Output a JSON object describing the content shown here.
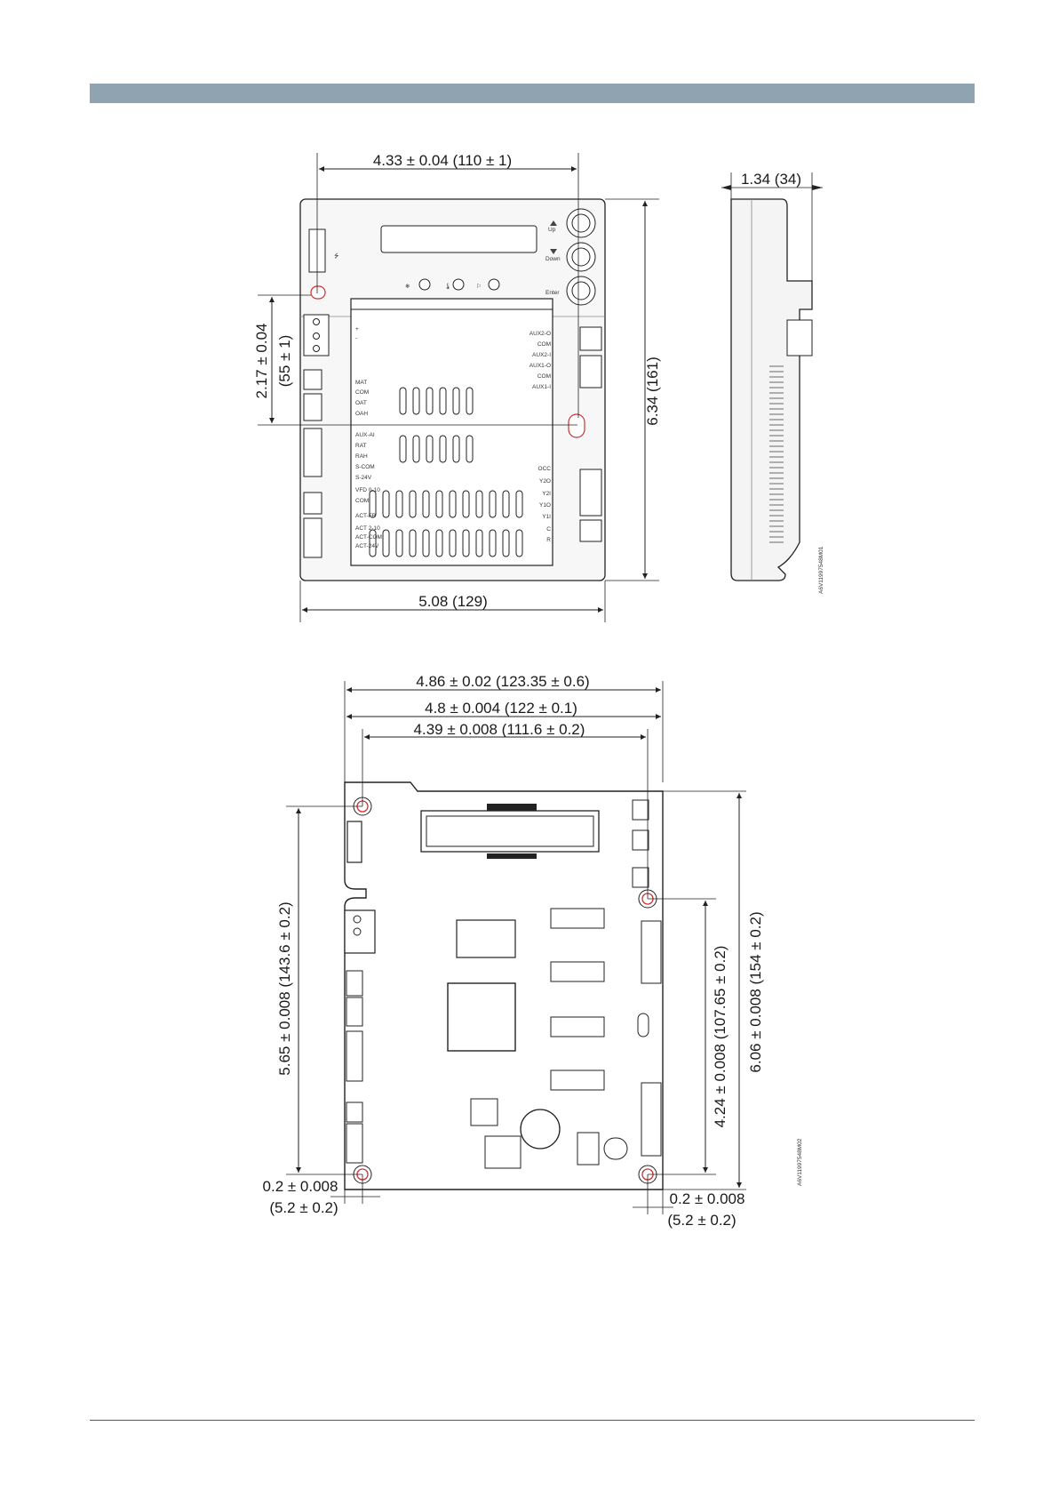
{
  "controller_front": {
    "width_dim": "4.33 ± 0.04 (110 ± 1)",
    "height_dim": "6.34 (161)",
    "bottom_dim": "5.08 (129)",
    "left_dim_line1": "2.17 ± 0.04",
    "left_dim_line2": "(55 ± 1)",
    "buttons": [
      "Up",
      "Down",
      "Enter"
    ],
    "terminal_labels_left": [
      "+",
      "-",
      "MAT",
      "COM",
      "OAT",
      "OAH",
      "AUX-AI",
      "RAT",
      "RAH",
      "S-COM",
      "S-24V",
      "VFD 0-10",
      "COM",
      "ACT-FB",
      "ACT 2-10",
      "ACT-COM",
      "ACT-24V"
    ],
    "terminal_labels_right": [
      "AUX2-O",
      "COM",
      "AUX2-I",
      "AUX1-O",
      "COM",
      "AUX1-I",
      "OCC",
      "Y2O",
      "Y2I",
      "Y1O",
      "Y1I",
      "C",
      "R"
    ]
  },
  "controller_side": {
    "depth_dim": "1.34 (34)",
    "drawing_code": "A6V11997548M01"
  },
  "pcb": {
    "width_outer": "4.86 ± 0.02 (123.35 ± 0.6)",
    "width_mid": "4.8 ± 0.004 (122 ± 0.1)",
    "width_holes": "4.39 ± 0.008 (111.6 ± 0.2)",
    "height_holes_left": "5.65 ± 0.008 (143.6 ± 0.2)",
    "height_holes_right": "4.24 ± 0.008 (107.65 ± 0.2)",
    "height_total": "6.06 ± 0.008 (154 ± 0.2)",
    "offset_left_line1": "0.2 ± 0.008",
    "offset_left_line2": "(5.2 ± 0.2)",
    "offset_right_line1": "0.2 ± 0.008",
    "offset_right_line2": "(5.2 ± 0.2)",
    "drawing_code": "A6V11997548M02"
  }
}
